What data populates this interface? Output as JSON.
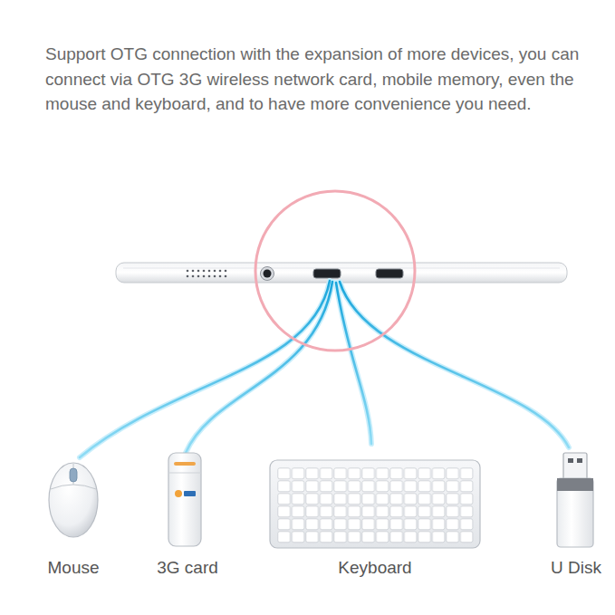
{
  "diagram": {
    "title": "Support OTG connection with the expansion of more devices, you can connect via OTG 3G wireless network card, mobile memory, even the mouse and keyboard, and to have more convenience you need.",
    "labels": [
      "Mouse",
      "3G card",
      "Keyboard",
      "U Disk"
    ]
  }
}
